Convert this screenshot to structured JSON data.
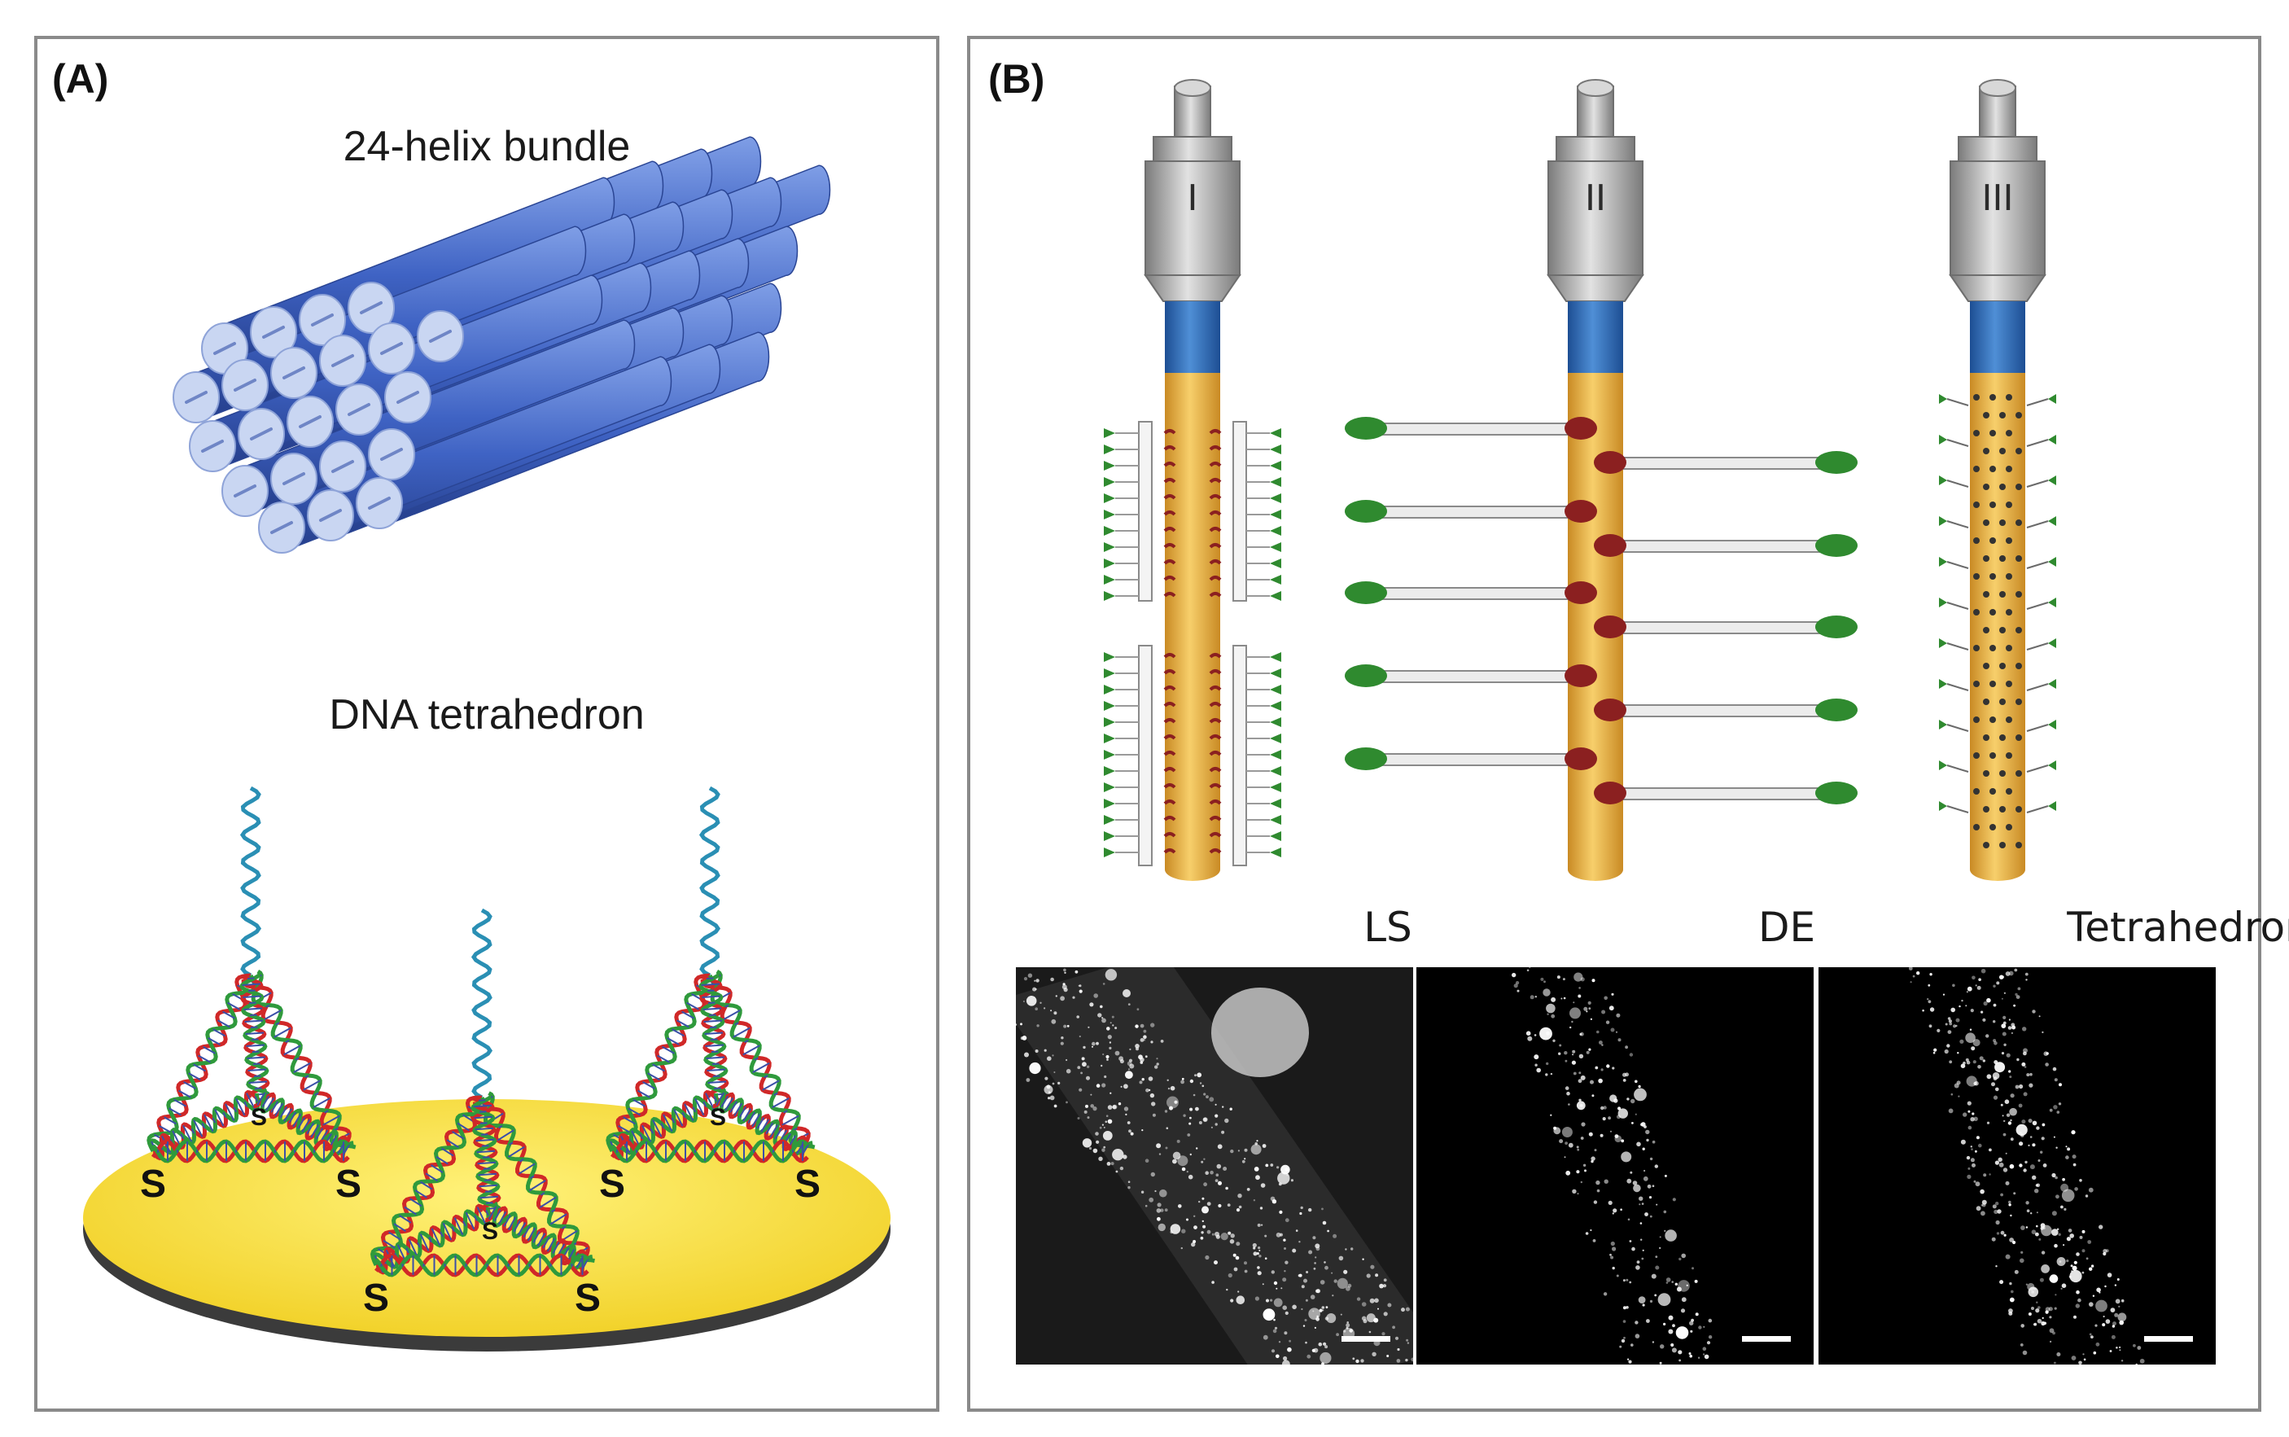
{
  "panel_a": {
    "label": "(A)",
    "bundle_title": "24-helix bundle",
    "tetra_title": "DNA tetrahedron",
    "s_marks": [
      "S",
      "S",
      "S",
      "S",
      "S",
      "S",
      "S",
      "S",
      "S"
    ]
  },
  "panel_b": {
    "label": "(B)",
    "electrodes": [
      {
        "numeral": "I",
        "caption": "LS"
      },
      {
        "numeral": "II",
        "caption": "DE"
      },
      {
        "numeral": "III",
        "caption": "Tetrahedron"
      }
    ]
  },
  "colors": {
    "helix_blue": "#3f63c4",
    "helix_end": "#c9d6f2",
    "gold_surface": "#f7e14a",
    "electrode_gold": "#e9b54c",
    "electrode_blue": "#2f6db8",
    "electrode_gray": "#a9a9a9",
    "strand_green": "#2f8a2f",
    "strand_red": "#8b2020",
    "dna_red": "#d02828",
    "dna_green": "#2f9a3c",
    "dna_blue": "#3a4fa8",
    "linker_teal": "#2a8fb4"
  }
}
